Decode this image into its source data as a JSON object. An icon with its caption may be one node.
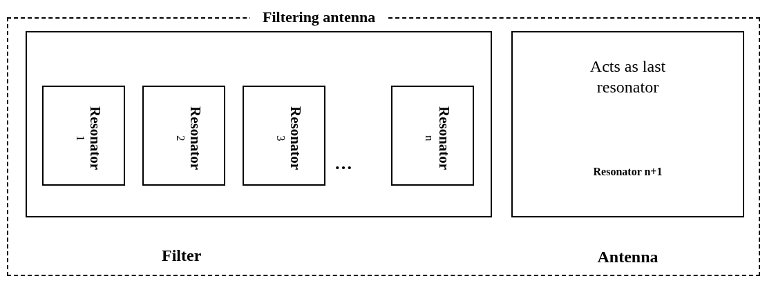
{
  "diagram": {
    "nodes": [
      {
        "text": [
          "Filtering antenna"
        ]
      },
      {
        "text": [
          "Filter"
        ],
        "in": 0
      },
      {
        "text": [
          "Resonator",
          "1"
        ],
        "in": 1
      },
      {
        "text": [
          "Resonator",
          "2"
        ],
        "in": 1
      },
      {
        "text": [
          "Resonator",
          "3"
        ],
        "in": 1
      },
      {
        "text": [
          "Resonator",
          "n"
        ],
        "in": 1
      },
      {
        "text": [
          "Acts as last resonator",
          "Resonator n+1",
          "Antenna"
        ],
        "in": 0
      }
    ],
    "labels": [
      "…"
    ]
  }
}
